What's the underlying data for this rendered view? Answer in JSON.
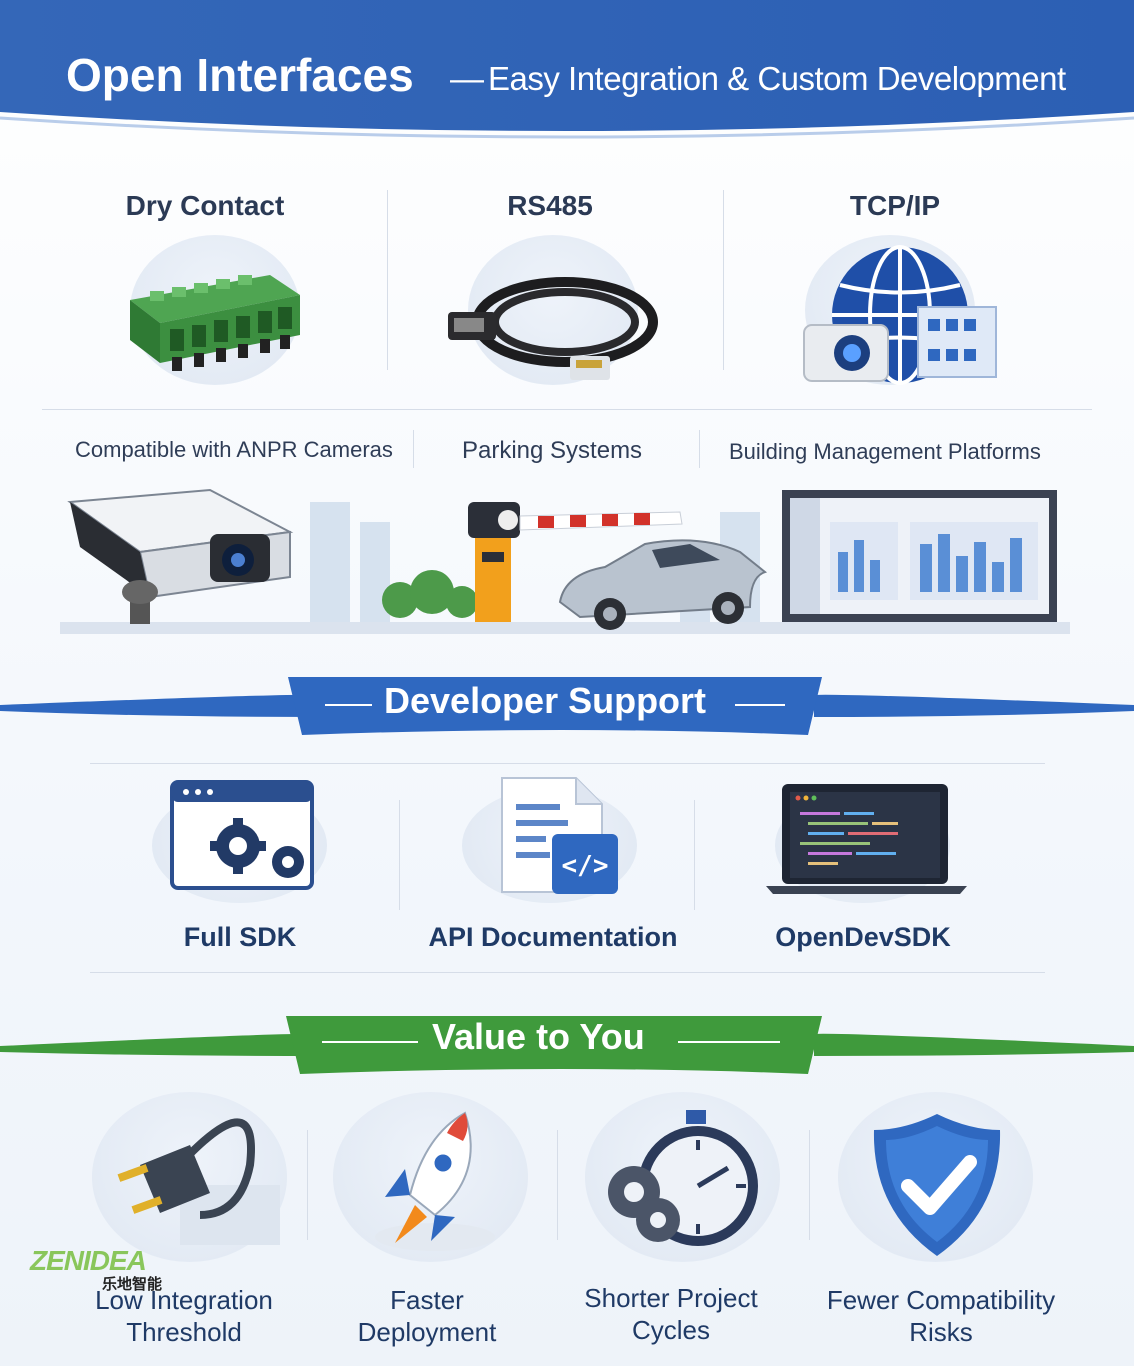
{
  "header": {
    "title": "Open Interfaces",
    "dash": "—",
    "subtitle": "Easy Integration & Custom Development"
  },
  "interfaces": [
    {
      "label": "Dry Contact",
      "icon": "terminal-block-icon"
    },
    {
      "label": "RS485",
      "icon": "cable-icon"
    },
    {
      "label": "TCP/IP",
      "icon": "globe-network-icon"
    }
  ],
  "systems": [
    {
      "label": "Compatible with ANPR Cameras"
    },
    {
      "label": "Parking Systems"
    },
    {
      "label": "Building Management Platforms"
    }
  ],
  "developer": {
    "title": "Developer Support",
    "items": [
      {
        "label": "Full SDK",
        "icon": "gear-window-icon"
      },
      {
        "label": "API Documentation",
        "icon": "code-document-icon"
      },
      {
        "label": "OpenDevSDK",
        "icon": "laptop-code-icon"
      }
    ]
  },
  "value": {
    "title": "Value to You",
    "items": [
      {
        "line1": "Low Integration",
        "line2": "Threshold",
        "icon": "plug-icon"
      },
      {
        "line1": "Faster",
        "line2": "Deployment",
        "icon": "rocket-icon"
      },
      {
        "line1": "Shorter Project",
        "line2": "Cycles",
        "icon": "stopwatch-icon"
      },
      {
        "line1": "Fewer Compatibility",
        "line2": "Risks",
        "icon": "shield-check-icon"
      }
    ]
  },
  "logo": {
    "text": "ZENIDEA",
    "cn": "乐地智能"
  },
  "colors": {
    "primary": "#2f68c0",
    "green": "#3f9a3c",
    "accent": "#f2a01c"
  }
}
